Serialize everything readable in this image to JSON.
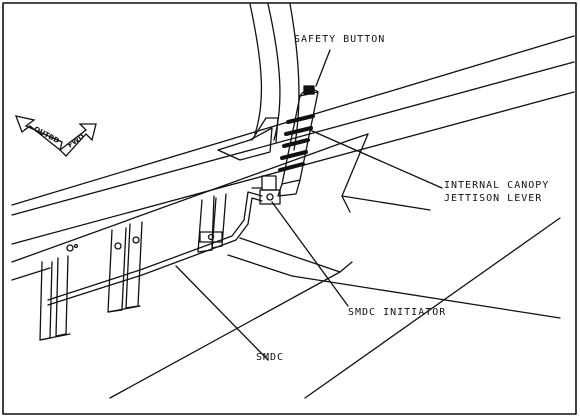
{
  "labels": {
    "safety_button": "SAFETY BUTTON",
    "canopy_lever_line1": "INTERNAL CANOPY",
    "canopy_lever_line2": "JETTISON LEVER",
    "smdc_initiator": "SMDC INITIATOR",
    "smdc": "SMDC"
  },
  "direction_arrow": {
    "outbd": "OUTBD",
    "fwd": "FWD"
  },
  "colors": {
    "line": "#111111",
    "background": "#ffffff"
  }
}
